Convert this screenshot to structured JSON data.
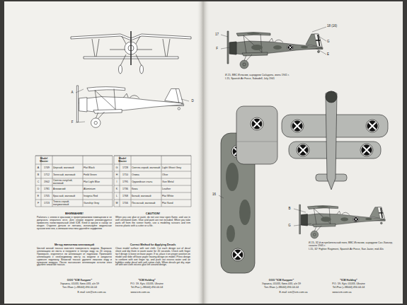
{
  "diagram": {
    "labels": [
      "Model Master",
      "A",
      "1749",
      "Черный, матовый",
      "Flat Black",
      "B",
      "1712",
      "Зеленый, матовый",
      "Field Green",
      "C",
      "1902",
      "Светло-голубой, матовый",
      "Flat Light Blue",
      "D",
      "1781",
      "Алюминий",
      "Aluminium",
      "E",
      "1705",
      "Красный, матовый",
      "Insignia Red",
      "F",
      "1723",
      "Темно-серый, полуматовый",
      "Gunship Grey",
      "Model Master",
      "G",
      "1728",
      "Светло-серый, матовый",
      "Light Ghost Grey",
      "H",
      "1710",
      "Олива",
      "Olive",
      "I",
      "1795",
      "Оружейная сталь",
      "Gun Metal",
      "K",
      "1736",
      "Кожа",
      "Leather",
      "L",
      "1768",
      "Белый, матовый",
      "Flat White",
      "M",
      "1706",
      "Песочный, матовый",
      "Flat Sand",
      "A",
      "F",
      "D",
      "ВНИМАНИЕ!",
      "Работать с клеем и красками в проветриваемом помещении и не допускать открытого огня. Для сборки модели рекомендуется применять полистирольный клей ICM. Клей и краски в набор не входят. Отделяя детали от литника, используйте модельные кусачки или нож, а излишки пластика удаляйте надфилем.",
      "CAUTION!",
      "When you use glue or paint, do not use near open flame, and use in well ventilated room. Glue and paint are not included. When you take parts off from the runner frame, use a modeling scissors and trim excess plastic with a cutter or a file.",
      "Метод нанесения аппликаций",
      "Чистой мягкой тканью очистите поверхность модели. Вырежьте аппликацию из листа и погрузите в теплую воду на 20 секунд. Проверьте, отделяется ли аппликация от подложки. Приложите аппликацию к необходимому месту на модели и аккуратно сдвиньте подложку. Влажной тканью удалите лишнюю воду и пузырьки воздуха. После высыхания аппликации остатки клея удалите влажной тканью.",
      "Correct Method for Applying Decals",
      "Clean model surface with wet cloth. Cut each design out of decal sheet and dip them in warm water for 20 seconds. Check with finger tip if design is loose on base paper. If so, place it on proper position on model and slide off base paper leaving design on model. Press design to conform with wet finger tip, and push out excess water and air bubbles under decal with soft cotton cloth. When decals get dry, wipe off with wet cloth excess glue left around design.",
      "ООО \"ICM Холдинг\"",
      "Украина, 01033, Киев-033, а/я 59",
      "Тел./Факс (+38044) 494-04-04",
      "\"ICM Holding\"",
      "P.O. 59, Kyiv, 01033, Ukraine",
      "Tel./Fax (+38044) 494-04-04",
      "E-mail: icm@icm.com.ua",
      "www.icm.com.ua",
      "ООО \"ICM Холдинг\"",
      "Украина, 01033, Киев-033, а/я 59",
      "Тел./Факс (+38044) 494-04-04",
      "\"ICM Holding\"",
      "P.O. 59, Kyiv, 01033, Ukraine",
      "Tel./Fax (+38044) 494-04-04",
      "E-mail: icm@icm.com.ua",
      "www.icm.com.ua",
      "18 (16)",
      "17",
      "F",
      "E",
      "G",
      "И-15, ВВС Испании, аэродром Сабадель, июль 1941 г.",
      "I-15, Spanish Air Force, Sabadell, July 1941",
      "16",
      "B",
      "G",
      "И-15, 32-й истребительный полк, ВВС Испании, аэродром Сан-Хавьер, начало 1945 г.",
      "I-15, 32° Fighter Regiment, Spanish Air Force, San Javier, mid 40s"
    ]
  }
}
